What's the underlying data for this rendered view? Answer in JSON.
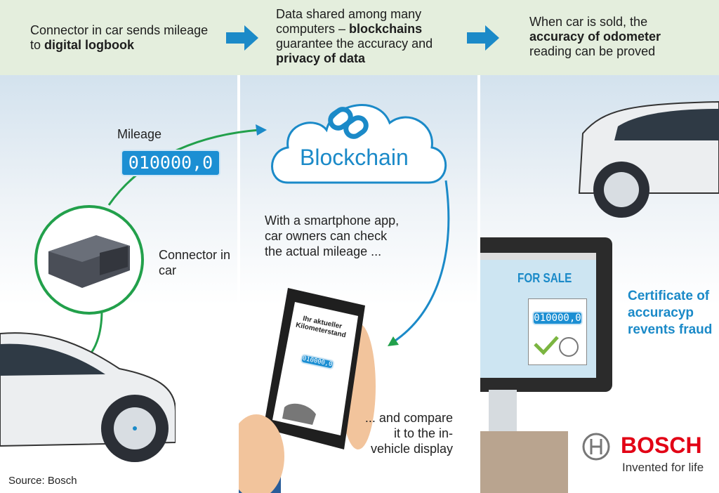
{
  "header": {
    "step1": {
      "pre": "Connector in car sends mileage to ",
      "bold": "digital logbook"
    },
    "step2": {
      "pre": "Data shared among many computers – ",
      "bold1": "blockchains",
      "mid": " guarantee the accuracy and ",
      "bold2": "privacy of data"
    },
    "step3": {
      "pre": "When car is sold, the ",
      "bold": "accuracy of odometer",
      "post": " reading can be proved"
    }
  },
  "panel1": {
    "mileage_label": "Mileage",
    "odometer": "010000,0",
    "connector_label": "Connector in car",
    "source": "Source: Bosch"
  },
  "panel2": {
    "cloud_label": "Blockchain",
    "smartphone_text": "With a smartphone app, car owners can check the actual mileage ...",
    "phone_title": "Ihr aktueller Kilometerstand",
    "phone_odometer": "010000,0",
    "compare_text": "... and compare it to the in-vehicle display"
  },
  "panel3": {
    "for_sale": "FOR SALE",
    "cert_odometer": "010000,0",
    "certificate_text": "Certificate of accuracyp revents fraud"
  },
  "brand": {
    "name": "BOSCH",
    "tagline": "Invented for life"
  },
  "colors": {
    "accent": "#1b8ac8",
    "green": "#22a04b",
    "bosch_red": "#e20015",
    "header_bg": "#e4eedd"
  }
}
